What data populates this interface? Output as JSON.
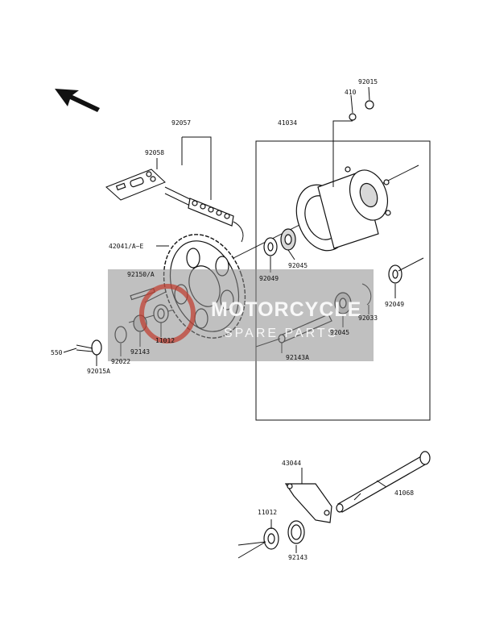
{
  "diagram": {
    "labels": {
      "p92015": "92015",
      "p410": "410",
      "p41034": "41034",
      "p92057": "92057",
      "p92058": "92058",
      "p42041": "42041/A~E",
      "p92049a": "92049",
      "p92045a": "92045",
      "p92150": "92150/A",
      "p92049b": "92049",
      "p92033": "92033",
      "p92045b": "92045",
      "p11012a": "11012",
      "p92143a": "92143",
      "p92022": "92022",
      "p550": "550",
      "p92015a": "92015A",
      "p92143A": "92143A",
      "p43044": "43044",
      "p41068": "41068",
      "p11012b": "11012",
      "p92143b": "92143"
    },
    "watermark": {
      "line1": "MOTORCYCLE",
      "line2": "SPARE PARTS"
    },
    "colors": {
      "line": "#111111",
      "watermark_bg": "#8c8c8c",
      "watermark_accent": "#c0392b"
    }
  }
}
